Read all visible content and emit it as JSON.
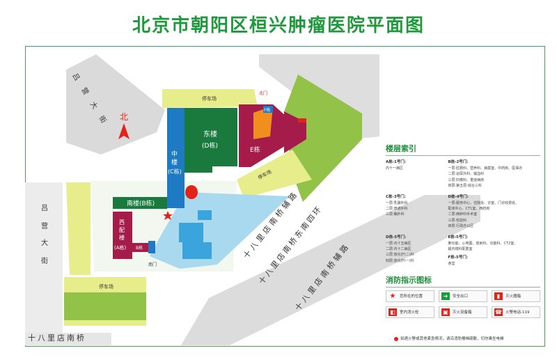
{
  "title": "北京市朝阳区桓兴肿瘤医院平面图",
  "map": {
    "roads": {
      "lvying_top": "吕营大街",
      "lvying_left": "吕营大街",
      "nanqiao_fu_upper": "十八里店南桥辅路",
      "dongnansihuan": "十八里店南桥东南四环",
      "nanqiao_fu_lower": "十八里店南桥辅路",
      "nanqiao": "十八里店南桥"
    },
    "compass": "北",
    "buildings": {
      "c": {
        "line1": "中",
        "line2": "楼",
        "line3": "(C栋)"
      },
      "d": {
        "line1": "东楼",
        "line2": "(D栋)"
      },
      "e": "E栋",
      "f": "F栋",
      "b": "南楼(B栋)",
      "a": {
        "line1": "西",
        "line2": "配",
        "line3": "楼",
        "line4": "(A栋)"
      },
      "b_small": "B栋"
    },
    "areas": {
      "parking_top": "停车场",
      "parking_right": "停车场",
      "parking_bottom": "停车场",
      "gate": "南门",
      "gate_top": "北门"
    }
  },
  "legend": {
    "floor_title": "楼层索引",
    "floors": [
      {
        "head": "A栋-1号门:",
        "lines": [
          "内十一病区"
        ]
      },
      {
        "head": "B栋-2号门:",
        "lines": [
          "一层:肛肠科、营养科、病案室、中药房、医保办",
          "二层:泌尿外科、输血科",
          "三层:妇瘤科、重症病房",
          "四层:第五层:综合三科"
        ]
      },
      {
        "head": "C栋-3号门:",
        "lines": [
          "一层:乳腺外科",
          "二层:普通外科",
          "三层:胸外科"
        ]
      },
      {
        "head": "D栋-4号门:",
        "lines": [
          "一层:服务中心、住院处、诊室、门诊收费处、",
          "配液中心、CT1室、西药房",
          "二层:麻醉科手术室",
          "三层:检验科",
          "四层:行政办公区"
        ]
      },
      {
        "head": "D栋-5号门:",
        "lines": [
          "一层:内十五病区",
          "二层:内十二病区",
          "三层:放化疗(二)科",
          "四层:放化疗(一)科"
        ]
      },
      {
        "head": "E栋-5号门:",
        "lines": [
          "肺功能、心电图、放射科、功能科、CT2室、",
          "超内镜科配置室"
        ]
      },
      {
        "head": "F栋-5号门:",
        "lines": [
          "食堂"
        ]
      }
    ],
    "fire_title": "消防指示图标",
    "fire_items": [
      {
        "icon": "star-icon",
        "label": "您所在的位置",
        "color": "#e2231a"
      },
      {
        "icon": "exit-icon",
        "label": "安全出口",
        "color": "#1e9a3c"
      },
      {
        "icon": "escape-route-icon",
        "label": "灭火器箱",
        "color": "#e2231a"
      },
      {
        "icon": "hydrant-icon",
        "label": "室内消火栓",
        "color": "#e2231a"
      },
      {
        "icon": "fire-equipment-icon",
        "label": "灭火设备箱",
        "color": "#e2231a"
      },
      {
        "icon": "phone-icon",
        "label": "火警电话-119",
        "color": "#e2231a"
      }
    ],
    "note": "如遇火警或其他紧急情况，请沿消防楼梯疏散，切勿乘坐电梯"
  }
}
